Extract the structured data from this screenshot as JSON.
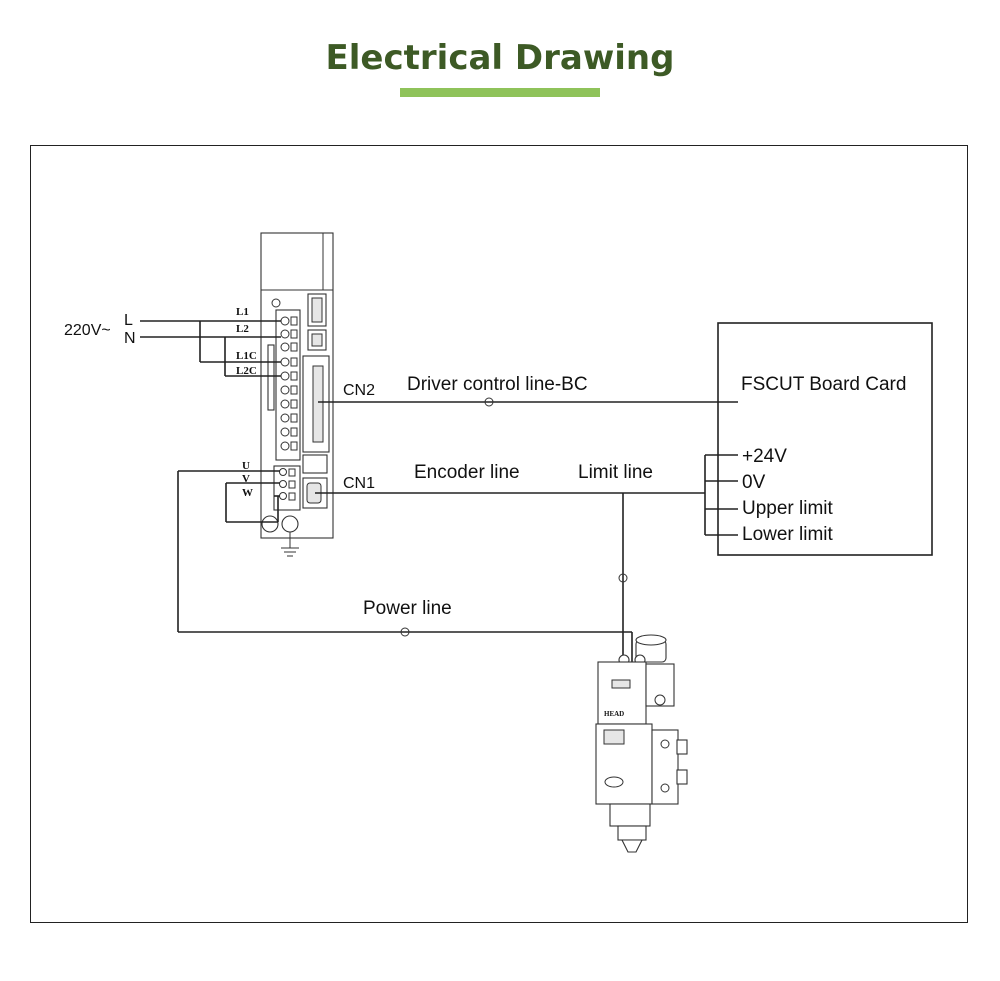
{
  "header": {
    "title": "Electrical Drawing",
    "title_color": "#3d5a25",
    "underline_color": "#8fc35a"
  },
  "power_input": {
    "voltage": "220V~",
    "line_l": "L",
    "line_n": "N"
  },
  "driver": {
    "terminals_top": [
      "L1",
      "L2",
      "L1C",
      "L2C"
    ],
    "terminals_motor": [
      "U",
      "V",
      "W"
    ],
    "connector_cn2": "CN2",
    "connector_cn1": "CN1"
  },
  "lines": {
    "driver_control": "Driver control line-BC",
    "encoder": "Encoder line",
    "limit": "Limit line",
    "power": "Power line"
  },
  "board": {
    "title": "FSCUT Board Card",
    "signals": [
      "+24V",
      "0V",
      "Upper limit",
      "Lower limit"
    ]
  }
}
